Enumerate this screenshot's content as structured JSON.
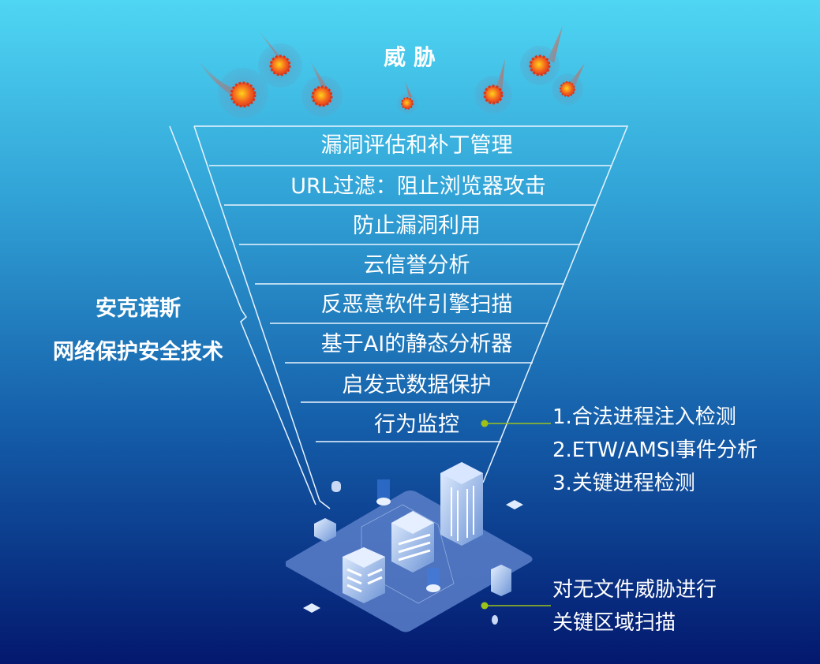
{
  "threat_label": "威 胁",
  "side_label": [
    "安克诺斯",
    "网络保护安全技术"
  ],
  "layers": [
    "漏洞评估和补丁管理",
    "URL过滤：阻止浏览器攻击",
    "防止漏洞利用",
    "云信誉分析",
    "反恶意软件引擎扫描",
    "基于AI的静态分析器",
    "启发式数据保护",
    "行为监控"
  ],
  "behavior_notes": [
    "1.合法进程注入检测",
    "2.ETW/AMSI事件分析",
    "3.关键进程检测"
  ],
  "fileless_notes": [
    "对无文件威胁进行",
    "关键区域扫描"
  ],
  "colors": {
    "bg_top": "#4dd4f2",
    "bg_bottom": "#041b70",
    "accent_dot": "#9cc21a"
  }
}
